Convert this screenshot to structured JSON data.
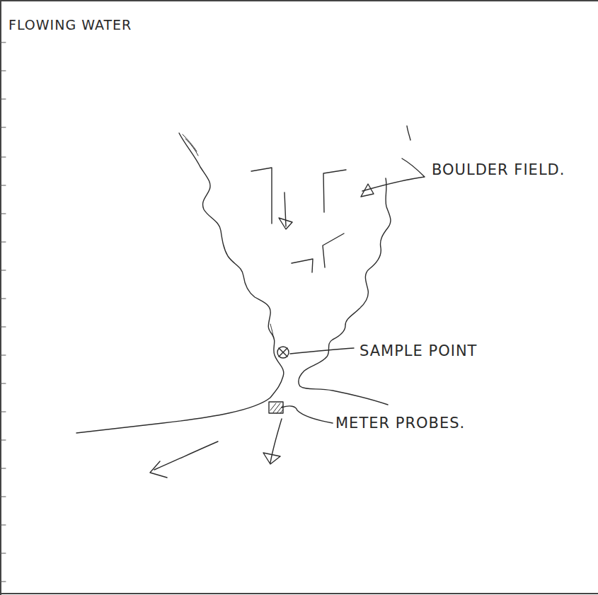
{
  "diagram": {
    "title": "FLOWING WATER",
    "labels": [
      "BOULDER FIELD.",
      "SAMPLE POINT",
      "METER PROBES."
    ]
  }
}
